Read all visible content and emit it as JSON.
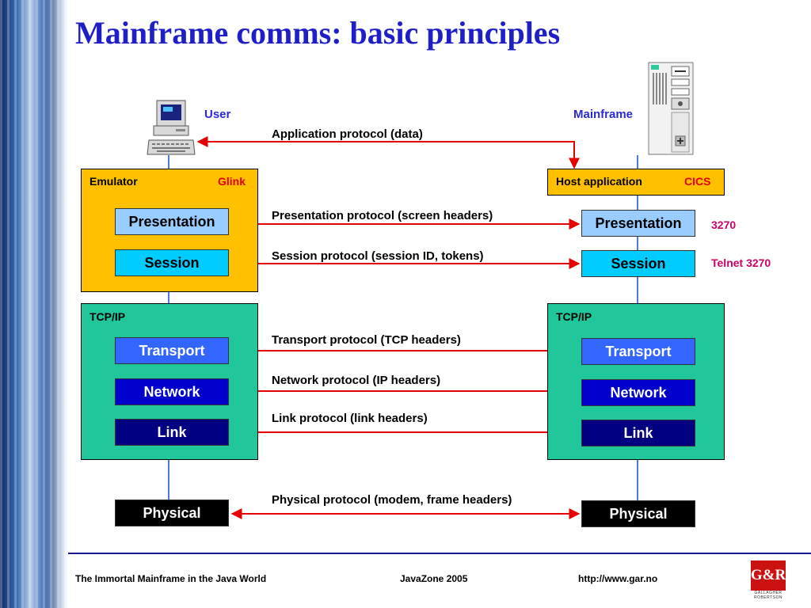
{
  "title": "Mainframe comms: basic principles",
  "user_label": "User",
  "mainframe_label": "Mainframe",
  "left_stack": {
    "emulator_label": "Emulator",
    "emulator_product": "Glink",
    "tcpip_label": "TCP/IP",
    "layers": {
      "presentation": "Presentation",
      "session": "Session",
      "transport": "Transport",
      "network": "Network",
      "link": "Link",
      "physical": "Physical"
    }
  },
  "right_stack": {
    "host_label": "Host application",
    "host_product": "CICS",
    "tcpip_label": "TCP/IP",
    "layers": {
      "presentation": "Presentation",
      "session": "Session",
      "transport": "Transport",
      "network": "Network",
      "link": "Link",
      "physical": "Physical"
    },
    "presentation_note": "3270",
    "session_note": "Telnet 3270"
  },
  "protocols": {
    "application": "Application protocol (data)",
    "presentation": "Presentation protocol (screen headers)",
    "session": "Session protocol (session ID, tokens)",
    "transport": "Transport protocol (TCP headers)",
    "network": "Network protocol (IP headers)",
    "link": "Link protocol (link headers)",
    "physical": "Physical protocol (modem, frame headers)"
  },
  "footer": {
    "left": "The Immortal Mainframe in the Java World",
    "center": "JavaZone 2005",
    "right": "http://www.gar.no",
    "logo_text": "G&R",
    "logo_sub": "GALLAGHER ROBERTSON"
  },
  "colors": {
    "title": "#1f1fc8",
    "arrow": "#e60000",
    "emulator_box": "#ffc000",
    "tcpip_box": "#1fc79a"
  }
}
